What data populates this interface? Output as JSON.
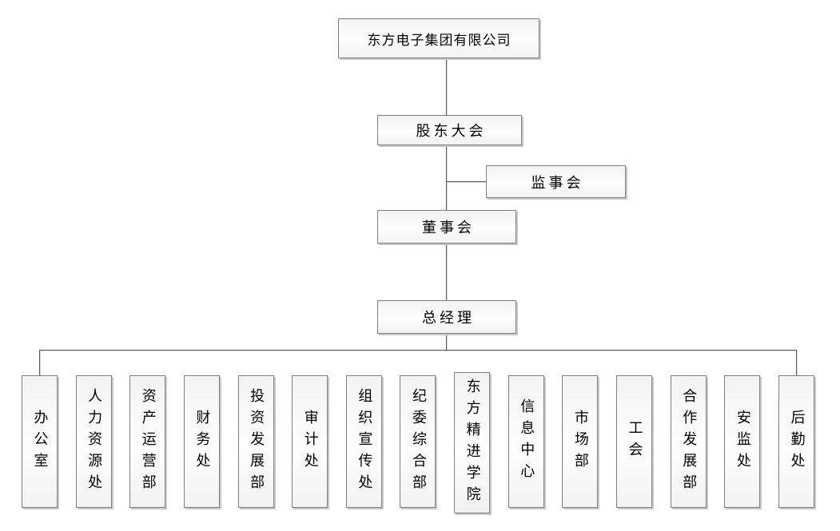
{
  "nodes": {
    "company": "东方电子集团有限公司",
    "shareholders_meeting": "股东大会",
    "supervisory_board": "监事会",
    "board_of_directors": "董事会",
    "general_manager": "总经理"
  },
  "departments": [
    "办公室",
    "人力资源处",
    "资产运营部",
    "财务处",
    "投资发展部",
    "审计处",
    "组织宣传处",
    "纪委综合部",
    "东方精进学院",
    "信息中心",
    "市场部",
    "工会",
    "合作发展部",
    "安监处",
    "后勤处"
  ],
  "colors": {
    "background": "#ffffff",
    "connector": "#595959",
    "box_border": "#7f7f7f",
    "box_fill": "#f7f7f7",
    "box_shadow": "#c9c9c9",
    "text": "#000000"
  }
}
